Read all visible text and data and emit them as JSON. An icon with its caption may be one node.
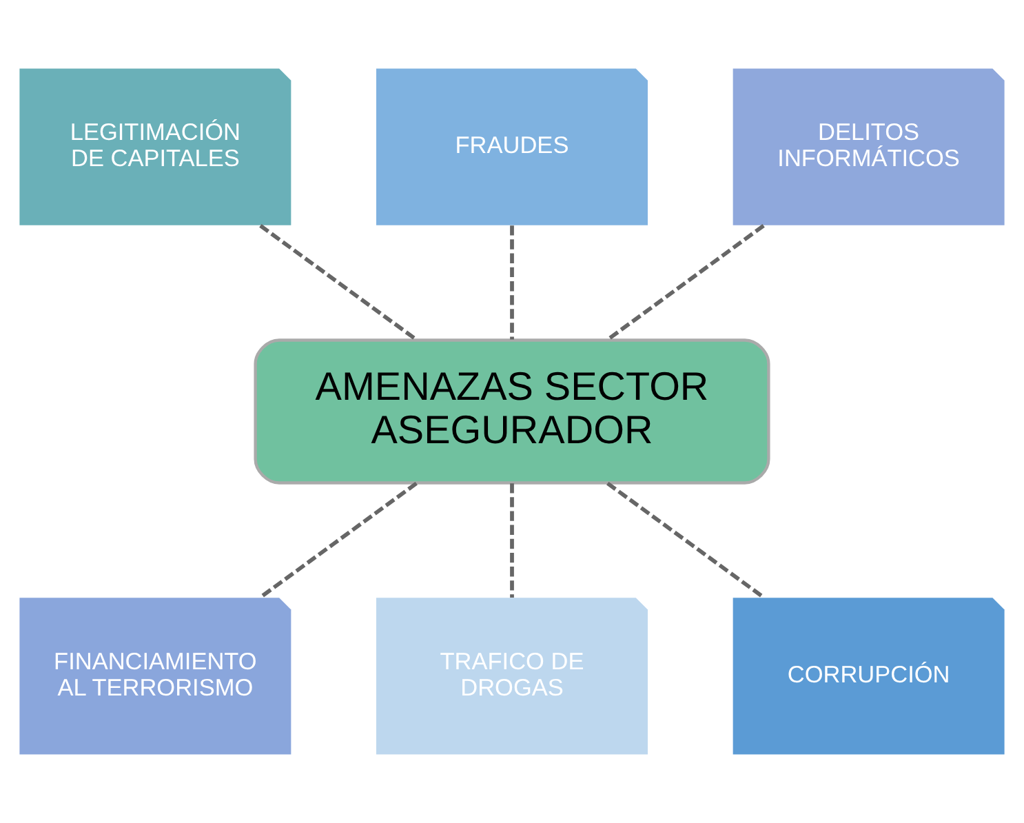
{
  "diagram": {
    "nodes": [
      {
        "text": [
          "LEGITIMACIÓN DE CAPITALES"
        ]
      },
      {
        "text": [
          "FRAUDES"
        ]
      },
      {
        "text": [
          "DELITOS INFORMÁTICOS"
        ]
      },
      {
        "text": [
          "AMENAZAS SECTOR ASEGURADOR"
        ]
      },
      {
        "text": [
          "FINANCIAMIENTO AL TERRORISMO"
        ]
      },
      {
        "text": [
          "TRAFICO DE DROGAS"
        ]
      },
      {
        "text": [
          "CORRUPCIÓN"
        ]
      }
    ],
    "edges": [
      {
        "from": 0,
        "to": 3,
        "arrow": "none",
        "style": "dashed"
      },
      {
        "from": 1,
        "to": 3,
        "arrow": "none",
        "style": "dashed"
      },
      {
        "from": 2,
        "to": 3,
        "arrow": "none",
        "style": "dashed"
      },
      {
        "from": 3,
        "to": 4,
        "arrow": "none",
        "style": "dashed"
      },
      {
        "from": 3,
        "to": 5,
        "arrow": "none",
        "style": "dashed"
      },
      {
        "from": 3,
        "to": 6,
        "arrow": "none",
        "style": "dashed"
      }
    ]
  }
}
